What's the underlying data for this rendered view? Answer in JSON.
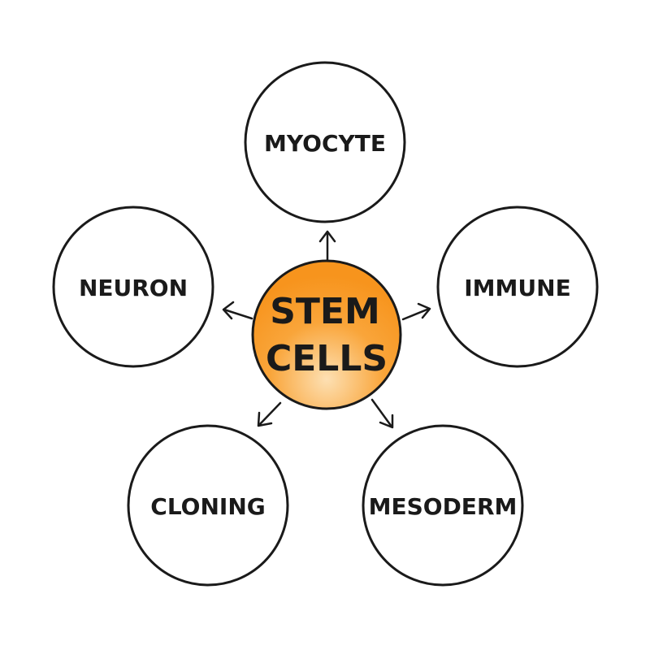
{
  "center": {
    "line1": "STEM",
    "line2": "CELLS",
    "fill_color": "#f7941d",
    "highlight_color": "#fde0b3"
  },
  "nodes": [
    {
      "id": "myocyte",
      "label": "MYOCYTE"
    },
    {
      "id": "immune",
      "label": "IMMUNE"
    },
    {
      "id": "mesoderm",
      "label": "MESODERM"
    },
    {
      "id": "cloning",
      "label": "CLONING"
    },
    {
      "id": "neuron",
      "label": "NEURON"
    }
  ],
  "colors": {
    "stroke": "#1a1a1a",
    "background": "#ffffff"
  }
}
